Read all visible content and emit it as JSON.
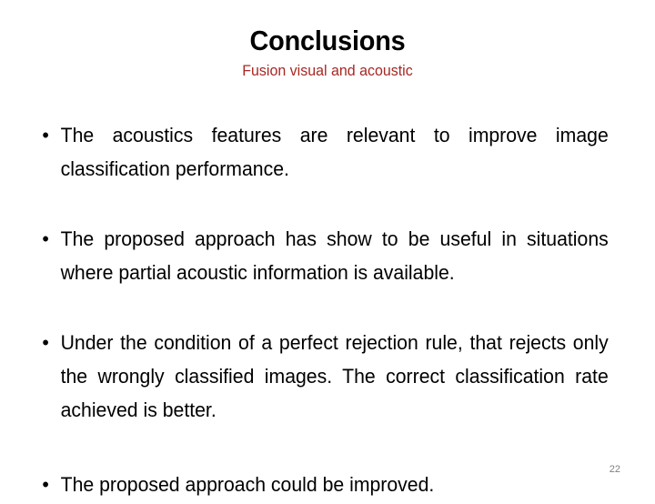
{
  "slide": {
    "title": "Conclusions",
    "subtitle": "Fusion visual and acoustic",
    "title_color": "#000000",
    "subtitle_color": "#a82723",
    "background_color": "#ffffff",
    "body_text_color": "#000000",
    "slide_number": "22",
    "slide_number_color": "#808080",
    "bullet_glyph": "•",
    "bullets": [
      {
        "marker": "•",
        "text": "The acoustics features are relevant to improve image classification performance.",
        "justified": true
      },
      {
        "marker": "•",
        "text": "The proposed approach has show to be useful in situations where partial acoustic information is available.",
        "justified": true
      },
      {
        "marker": "•",
        "text": "Under the condition of a perfect rejection rule, that rejects only the wrongly classified images. The correct classification rate achieved is better.",
        "justified": true
      },
      {
        "marker": "•",
        "text": "The proposed approach could be improved.",
        "justified": false
      }
    ]
  }
}
